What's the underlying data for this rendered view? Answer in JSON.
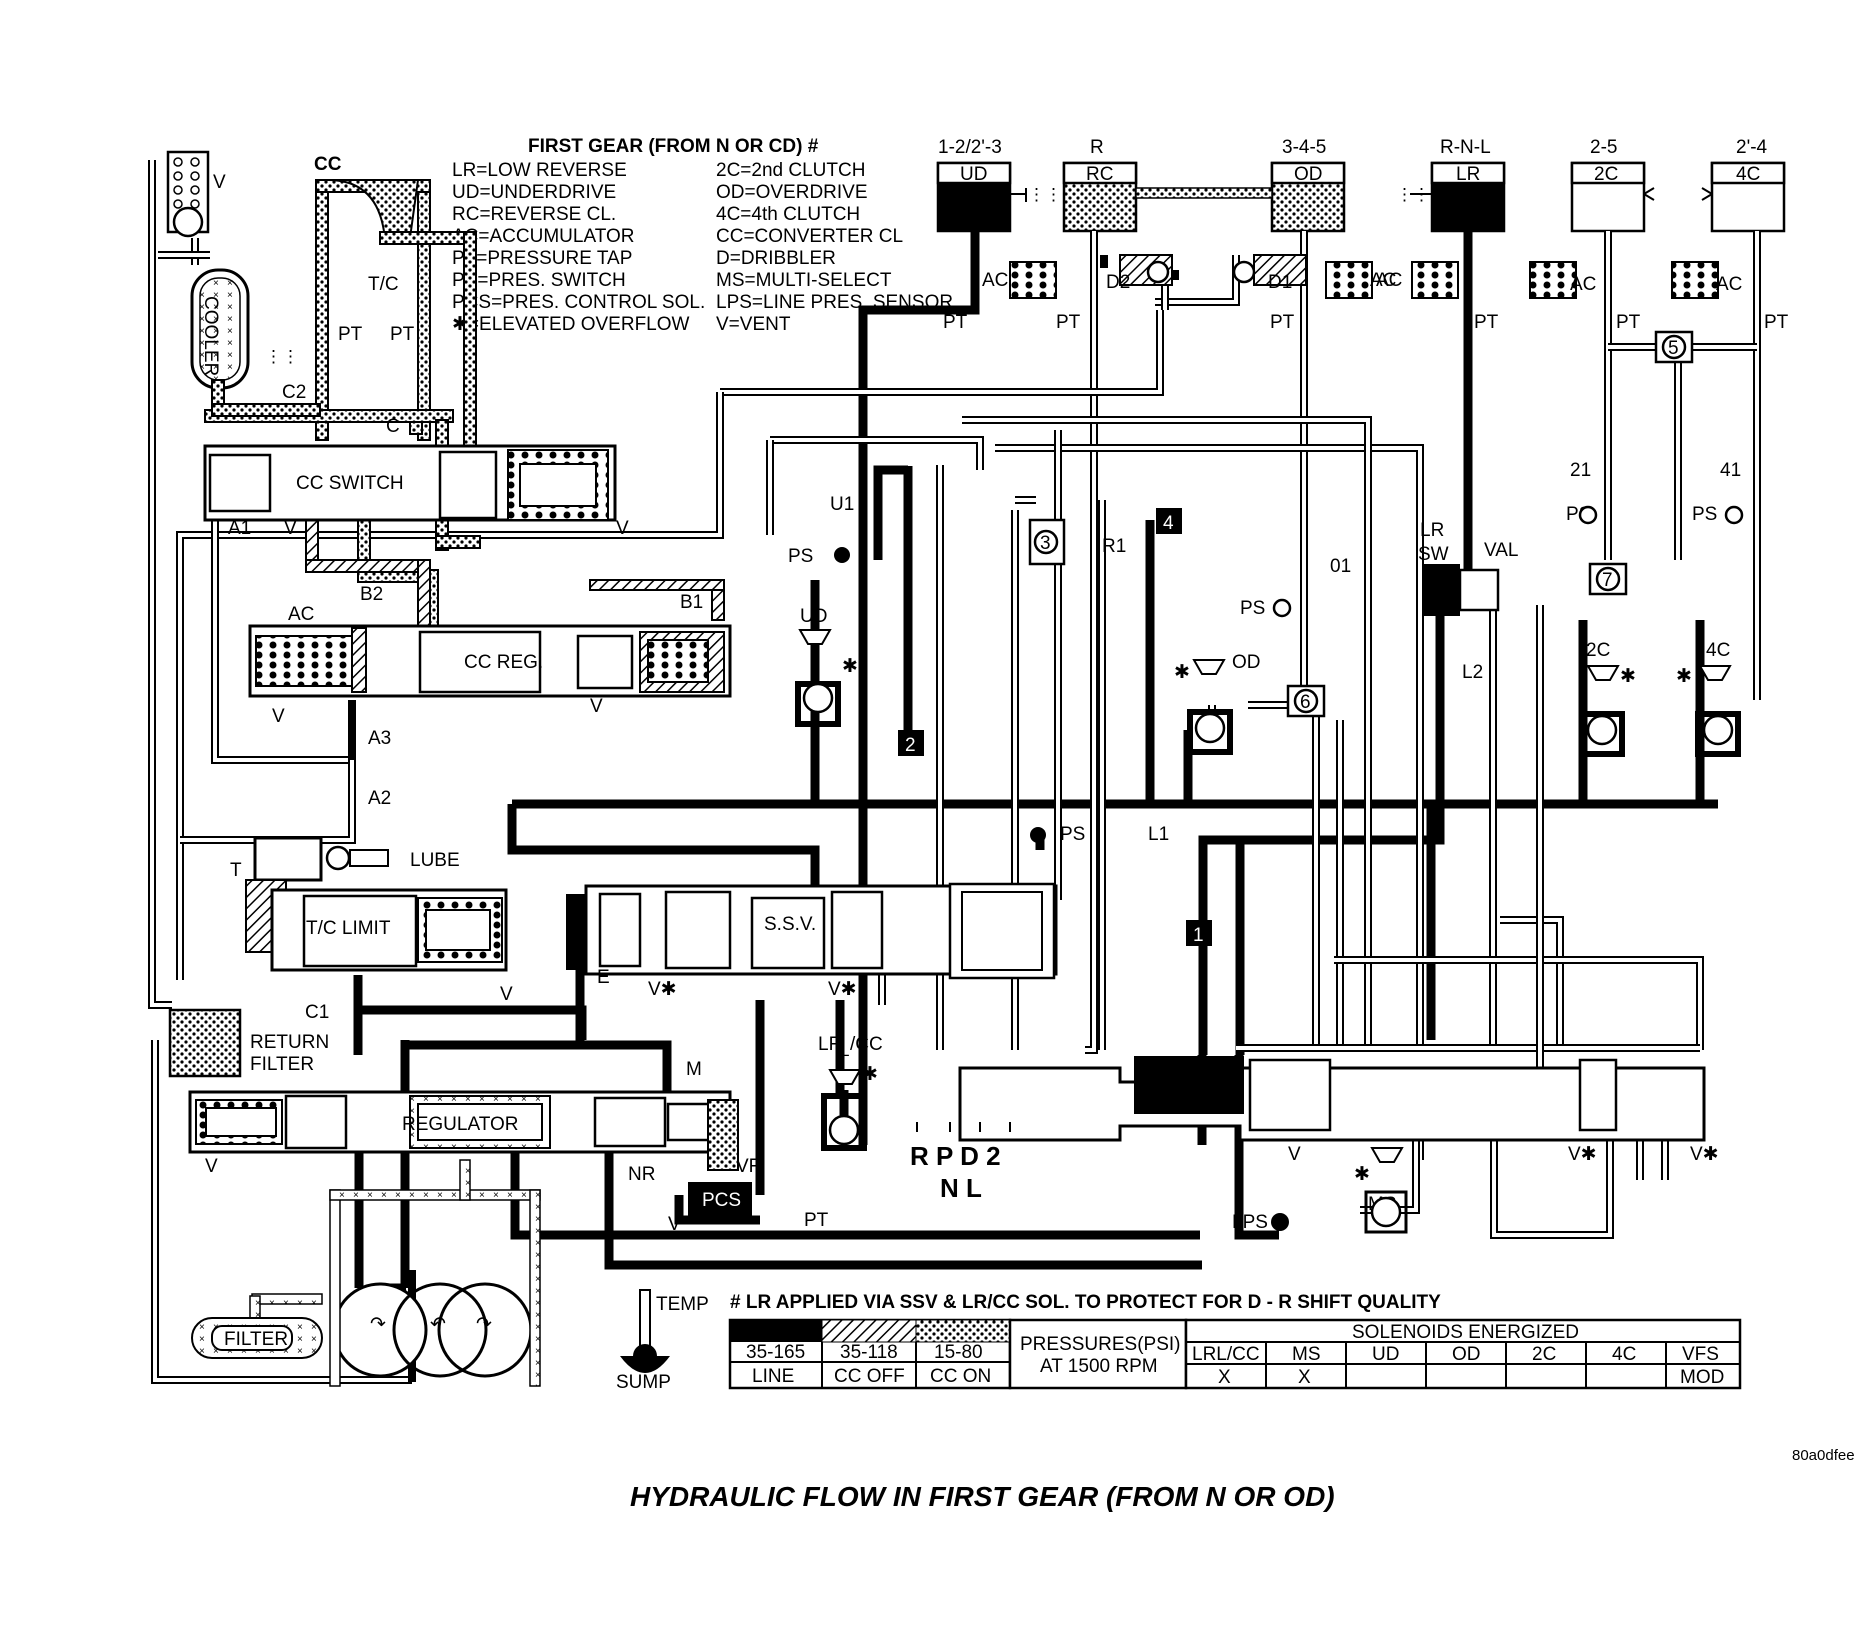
{
  "title": "HYDRAULIC FLOW IN FIRST GEAR (FROM N OR OD)",
  "image_code": "80a0dfee",
  "legend_heading": "FIRST GEAR (FROM N OR CD) #",
  "legend_left": [
    "LR=LOW REVERSE",
    "UD=UNDERDRIVE",
    "RC=REVERSE CL.",
    "AC=ACCUMULATOR",
    "PT=PRESSURE TAP",
    "PS=PRES. SWITCH",
    "PCS=PRES. CONTROL SOL.",
    "✱=ELEVATED OVERFLOW"
  ],
  "legend_right": [
    "2C=2nd CLUTCH",
    "OD=OVERDRIVE",
    "4C=4th CLUTCH",
    "CC=CONVERTER CL",
    "D=DRIBBLER",
    "MS=MULTI-SELECT",
    "LPS=LINE PRES. SENSOR",
    "V=VENT"
  ],
  "note": "# LR APPLIED VIA SSV & LR/CC SOL. TO PROTECT FOR D - R SHIFT QUALITY",
  "clutches": [
    {
      "group": "1-2/2'-3",
      "name": "UD"
    },
    {
      "group": "R",
      "name": "RC"
    },
    {
      "group": "3-4-5",
      "name": "OD"
    },
    {
      "group": "R-N-L",
      "name": "LR"
    },
    {
      "group": "2-5",
      "name": "2C"
    },
    {
      "group": "2'-4",
      "name": "4C"
    }
  ],
  "valves": {
    "cc_switch": "CC SWITCH",
    "cc_reg": "CC REG.",
    "tc_limit": "T/C LIMIT",
    "ssv": "S.S.V.",
    "regulator": "REGULATOR",
    "pcs": "PCS"
  },
  "labels": {
    "cc": "CC",
    "tc": "T/C",
    "pt": "PT",
    "c": "C",
    "cooler": "COOLER",
    "c2": "C2",
    "v": "V",
    "a1": "A1",
    "b1": "B1",
    "b2": "B2",
    "a2": "A2",
    "a3": "A3",
    "ac": "AC",
    "lube": "LUBE",
    "t": "T",
    "c1": "C1",
    "return_filter_1": "RETURN",
    "return_filter_2": "FILTER",
    "e": "E",
    "v_star": "V✱",
    "m": "M",
    "nr": "NR",
    "vf": "VF",
    "filter": "FILTER",
    "temp": "TEMP",
    "sump": "SUMP",
    "lrcc_1": "LR",
    "lrcc_sub": "L",
    "lrcc_2": "/CC",
    "ps": "PS",
    "u1": "U1",
    "ud": "UD",
    "l1": "L1",
    "l2": "L2",
    "r1": "R1",
    "o1": "01",
    "od": "OD",
    "lr_sw_1": "LR",
    "lr_sw_2": "SW",
    "val": "VAL",
    "c21": "21",
    "c41": "41",
    "c2c": "2C",
    "c4c": "4C",
    "d1": "D1",
    "d2": "D2",
    "lps": "LPS",
    "ms": "MS",
    "gear_top": "R P D 2",
    "gear_bottom": "N L",
    "star": "✱"
  },
  "numbered_checks": [
    "1",
    "2",
    "3",
    "4",
    "5",
    "6",
    "7"
  ],
  "pressure_legend": {
    "ranges": [
      "35-165",
      "35-118",
      "15-80"
    ],
    "names": [
      "LINE",
      "CC OFF",
      "CC ON"
    ],
    "caption_1": "PRESSURES(PSI)",
    "caption_2": "AT 1500 RPM"
  },
  "solenoids": {
    "header": "SOLENOIDS ENERGIZED",
    "columns": [
      "LRL/CC",
      "MS",
      "UD",
      "OD",
      "2C",
      "4C",
      "VFS"
    ],
    "states": [
      "X",
      "X",
      "",
      "",
      "",
      "",
      "MOD"
    ]
  }
}
